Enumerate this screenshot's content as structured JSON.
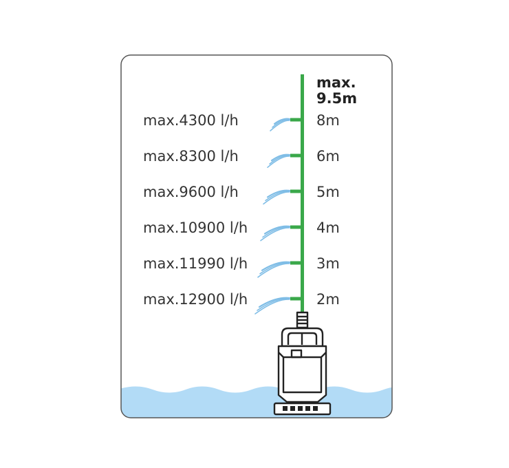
{
  "max_label": {
    "line1": "max.",
    "line2": "9.5m"
  },
  "levels": [
    {
      "flow": "max.4300 l/h",
      "height": "8m"
    },
    {
      "flow": "max.8300 l/h",
      "height": "6m"
    },
    {
      "flow": "max.9600 l/h",
      "height": "5m"
    },
    {
      "flow": "max.10900 l/h",
      "height": "4m"
    },
    {
      "flow": "max.11990 l/h",
      "height": "3m"
    },
    {
      "flow": "max.12900 l/h",
      "height": "2m"
    }
  ],
  "colors": {
    "pole": "#3aa84a",
    "water": "#b2dbf6",
    "spray": "#7fbde6",
    "frame": "#555555",
    "pump": "#222222"
  },
  "icons": {
    "pump": "submersible-pump-icon",
    "spray": "water-spray-icon"
  }
}
